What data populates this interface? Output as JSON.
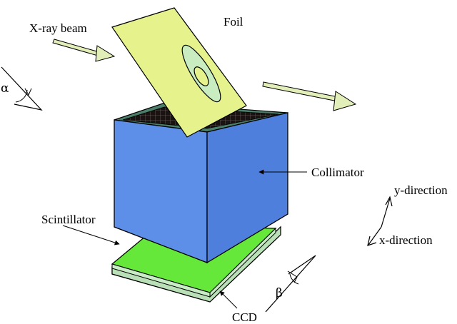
{
  "labels": {
    "xray_beam": "X-ray beam",
    "foil": "Foil",
    "collimator": "Collimator",
    "scintillator": "Scintillator",
    "ccd": "CCD",
    "y_direction": "y-direction",
    "x_direction": "x-direction",
    "alpha": "α",
    "beta": "β"
  },
  "colors": {
    "foil": "#e6f28c",
    "foil_ring": "#c9ecc0",
    "collimator_front": "#5e8fe8",
    "collimator_side": "#4f7fdc",
    "collimator_rim": "#4b7f6a",
    "grid": "#1b1212",
    "scintillator": "#66e83a",
    "ccd": "#c8ecc6",
    "beam_arrow": "#e3efb8"
  }
}
